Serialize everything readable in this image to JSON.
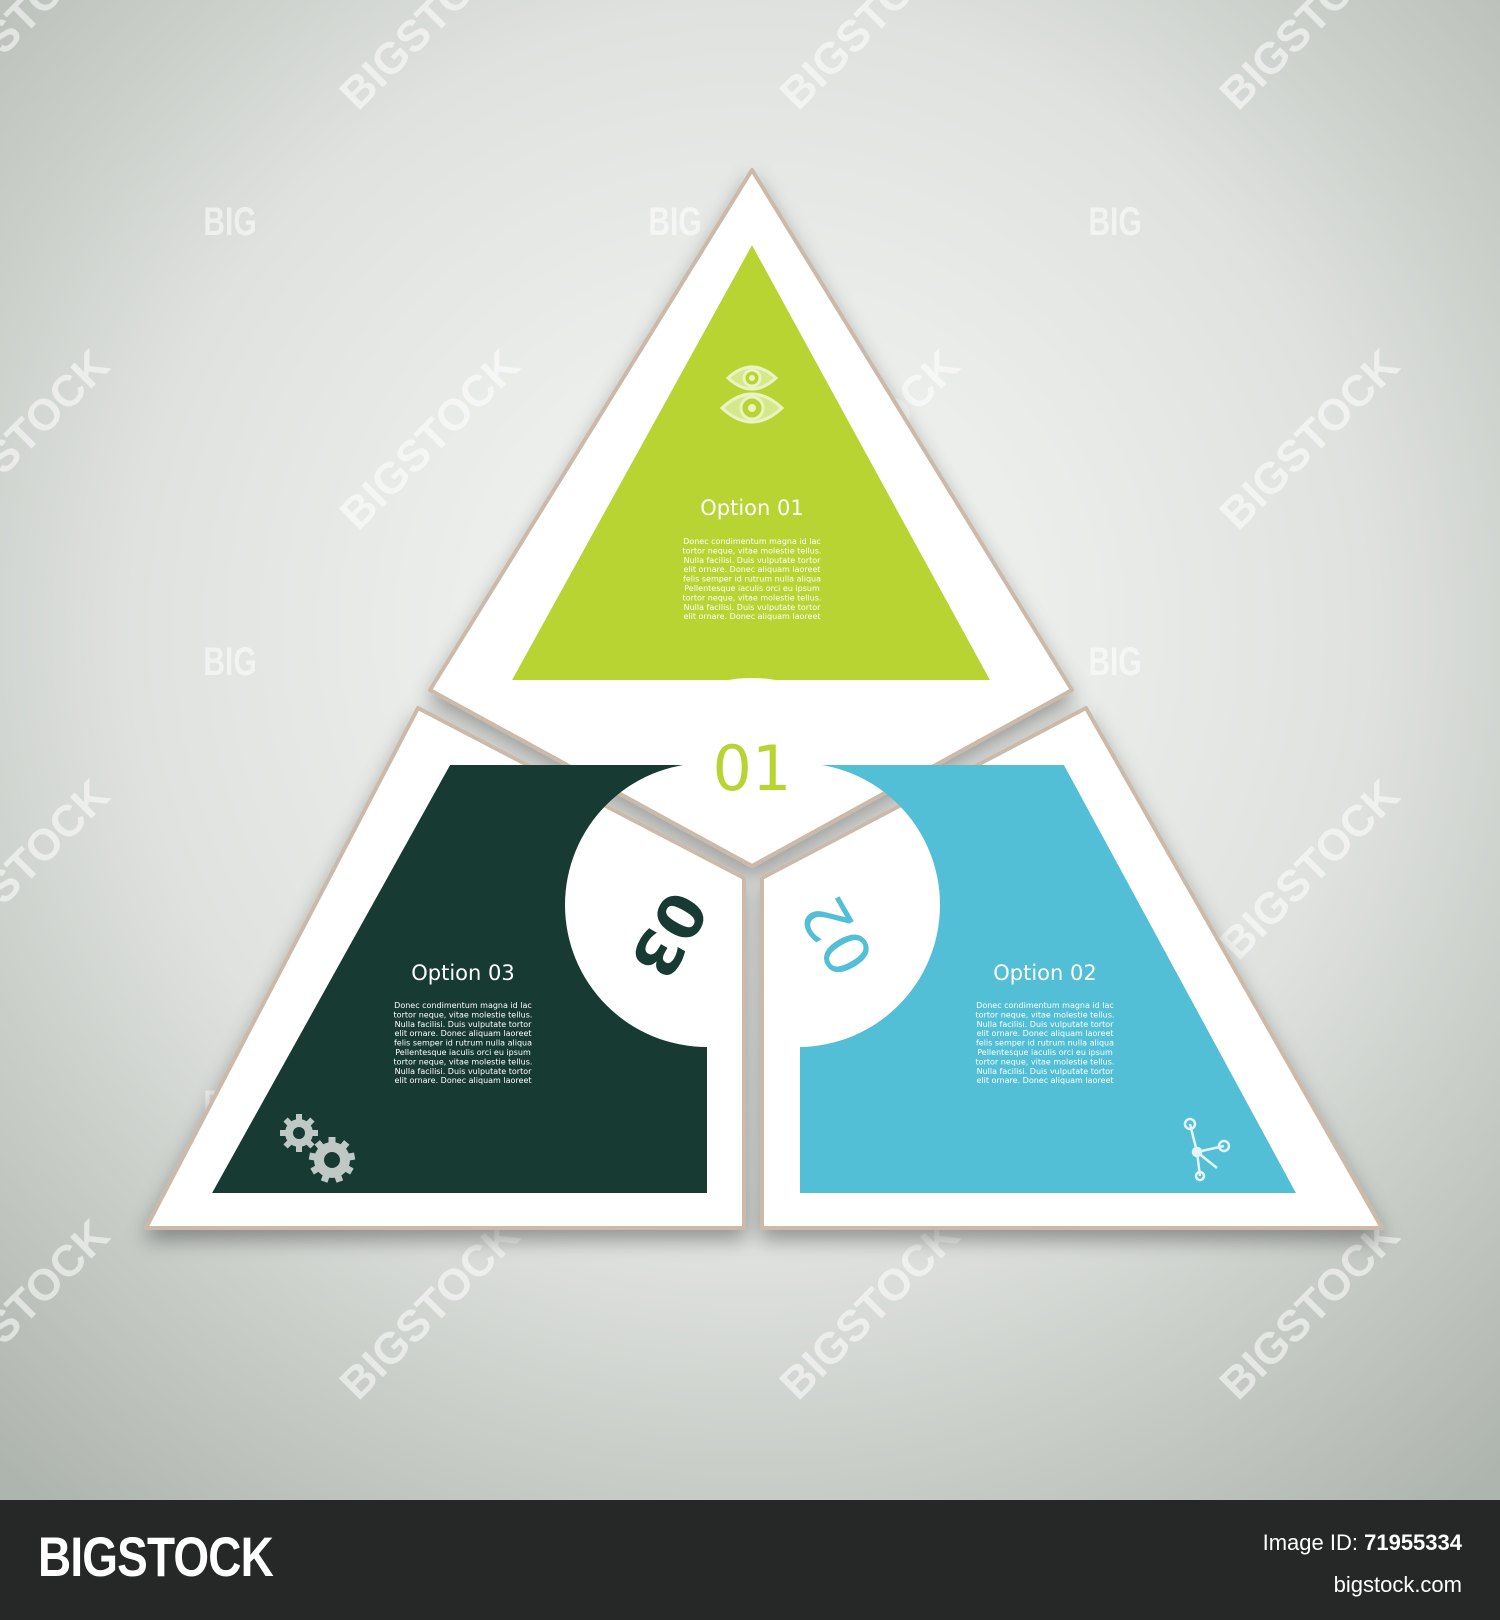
{
  "colors": {
    "green": "#b8d432",
    "teal": "#52bfd6",
    "dark_green": "#173a33",
    "frame": "#ffffff",
    "background": "#d9dcd8",
    "footer": "#262828"
  },
  "segments": [
    {
      "id": "01",
      "number": "01",
      "title": "Option 01",
      "icon": "eyes-icon",
      "color": "#b8d432",
      "body": [
        "Donec condimentum magna id lac",
        "tortor neque, vitae molestie tellus.",
        "Nulla facilisi. Duis vulputate tortor",
        "elit ornare. Donec aliquam laoreet",
        "felis semper id rutrum nulla aliqua",
        "Pellentesque iaculis orci eu ipsum",
        "tortor neque, vitae molestie tellus.",
        "Nulla facilisi. Duis vulputate tortor",
        "elit ornare. Donec aliquam laoreet"
      ]
    },
    {
      "id": "02",
      "number": "02",
      "title": "Option 02",
      "icon": "share-network-icon",
      "color": "#52bfd6",
      "body": [
        "Donec condimentum magna id lac",
        "tortor neque, vitae molestie tellus.",
        "Nulla facilisi. Duis vulputate tortor",
        "elit ornare. Donec aliquam laoreet",
        "felis semper id rutrum nulla aliqua",
        "Pellentesque iaculis orci eu ipsum",
        "tortor neque, vitae molestie tellus.",
        "Nulla facilisi. Duis vulputate tortor",
        "elit ornare. Donec aliquam laoreet"
      ]
    },
    {
      "id": "03",
      "number": "03",
      "title": "Option 03",
      "icon": "gears-icon",
      "color": "#173a33",
      "body": [
        "Donec condimentum magna id lac",
        "tortor neque, vitae molestie tellus.",
        "Nulla facilisi. Duis vulputate tortor",
        "elit ornare. Donec aliquam laoreet",
        "felis semper id rutrum nulla aliqua",
        "Pellentesque iaculis orci eu ipsum",
        "tortor neque, vitae molestie tellus.",
        "Nulla facilisi. Duis vulputate tortor",
        "elit ornare. Donec aliquam laoreet"
      ]
    }
  ],
  "watermark": {
    "short": "BIG",
    "long": "BIGSTOCK"
  },
  "footer": {
    "brand": "BIGSTOCK",
    "image_id_label": "Image ID:",
    "image_id": "71955334",
    "site": "bigstock.com"
  }
}
